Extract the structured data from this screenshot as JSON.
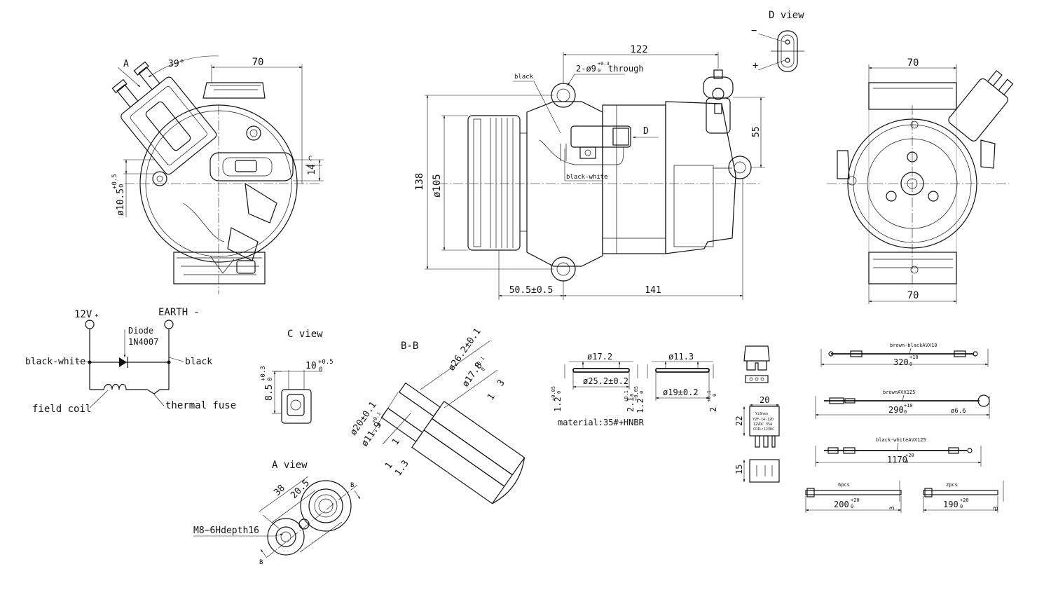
{
  "front_view": {
    "arrow_label": "A",
    "angle": "39°",
    "dim_width": "70",
    "label_c": "C",
    "dim_14": "14",
    "dim_hole": "ø10.5",
    "dim_hole_tol": "+0.5",
    "dim_hole_tol_low": "0"
  },
  "side_view": {
    "dim_top": "122",
    "through_hole": "2-ø9",
    "through_tol_up": "+0.3",
    "through_tol_low": "0",
    "through_word": "through",
    "wire_black": "black",
    "wire_black_white": "black-white",
    "dim_138": "138",
    "dim_105": "ø105",
    "dim_55": "55",
    "label_d": "D",
    "dim_50": "50.5±0.5",
    "dim_141": "141"
  },
  "d_view": {
    "title": "D view",
    "minus": "−",
    "plus": "+"
  },
  "rear_view": {
    "dim_top": "70",
    "dim_bottom": "70"
  },
  "circuit": {
    "v12": "12V",
    "v12_plus": "+",
    "earth": "EARTH",
    "earth_minus": "-",
    "diode": "Diode",
    "diode_model": "1N4007",
    "black_white": "black-white",
    "black": "black",
    "field_coil": "field coil",
    "thermal_fuse": "thermal fuse"
  },
  "c_view": {
    "title": "C view",
    "dim_10": "10",
    "dim_10_up": "+0.5",
    "dim_10_low": "0",
    "dim_85": "8.5",
    "dim_85_up": "+0.3",
    "dim_85_low": "0"
  },
  "a_view": {
    "title": "A view",
    "dim_38": "38",
    "dim_205": "20.5",
    "thread": "M8−6Hdepth16",
    "b_top": "B",
    "b_bottom": "B"
  },
  "bb_section": {
    "title": "B-B",
    "d262": "ø26.2±0.1",
    "d178": "ø17.8",
    "d178_tol": "+0.1",
    "d178_low": "0",
    "d20": "ø20±0.1",
    "d119": "ø11.9",
    "d119_tol": "+0.1",
    "d119_low": "0",
    "n3": "3",
    "n1a": "1",
    "n1b": "1",
    "n1c": "1",
    "n13": "1.3"
  },
  "orings": {
    "o1_inner": "ø17.2",
    "o1_outer": "ø25.2±0.2",
    "o1_thk": "1.2",
    "o1_thk_up": "+0.05",
    "o1_thk_low": "0",
    "o1_h": "2.1",
    "o1_h_up": "+0.1",
    "o1_h_low": "0",
    "o2_inner": "ø11.3",
    "o2_outer": "ø19±0.2",
    "o2_thk": "1.2",
    "o2_thk_up": "+0.05",
    "o2_thk_low": "0",
    "o2_h": "2",
    "o2_h_up": "+0.1",
    "o2_h_low": "0",
    "material": "material:35#+HNBR"
  },
  "relay": {
    "dim_20": "20",
    "dim_22": "22",
    "dim_15": "15",
    "label_line1": "YiShen",
    "label_line2": "YVF-14-12D",
    "label_line3": "12VDC 35A",
    "label_line4": "COIL:12VDC"
  },
  "wires": {
    "w1_name": "brown-blackAVX10",
    "w1_len": "320",
    "w1_up": "+10",
    "w1_low": "0",
    "w2_name": "brownAVX125",
    "w2_len": "290",
    "w2_up": "+10",
    "w2_low": "0",
    "w2_ring": "ø6.6",
    "w3_name": "black-whiteAVX125",
    "w3_len": "1170",
    "w3_up": "+20",
    "w3_low": "0",
    "tie1_qty": "6pcs",
    "tie1_len": "200",
    "tie1_up": "+20",
    "tie1_low": "0",
    "tie1_w": "3",
    "tie2_qty": "2pcs",
    "tie2_len": "190",
    "tie2_up": "+20",
    "tie2_low": "0",
    "tie2_w": "3"
  }
}
